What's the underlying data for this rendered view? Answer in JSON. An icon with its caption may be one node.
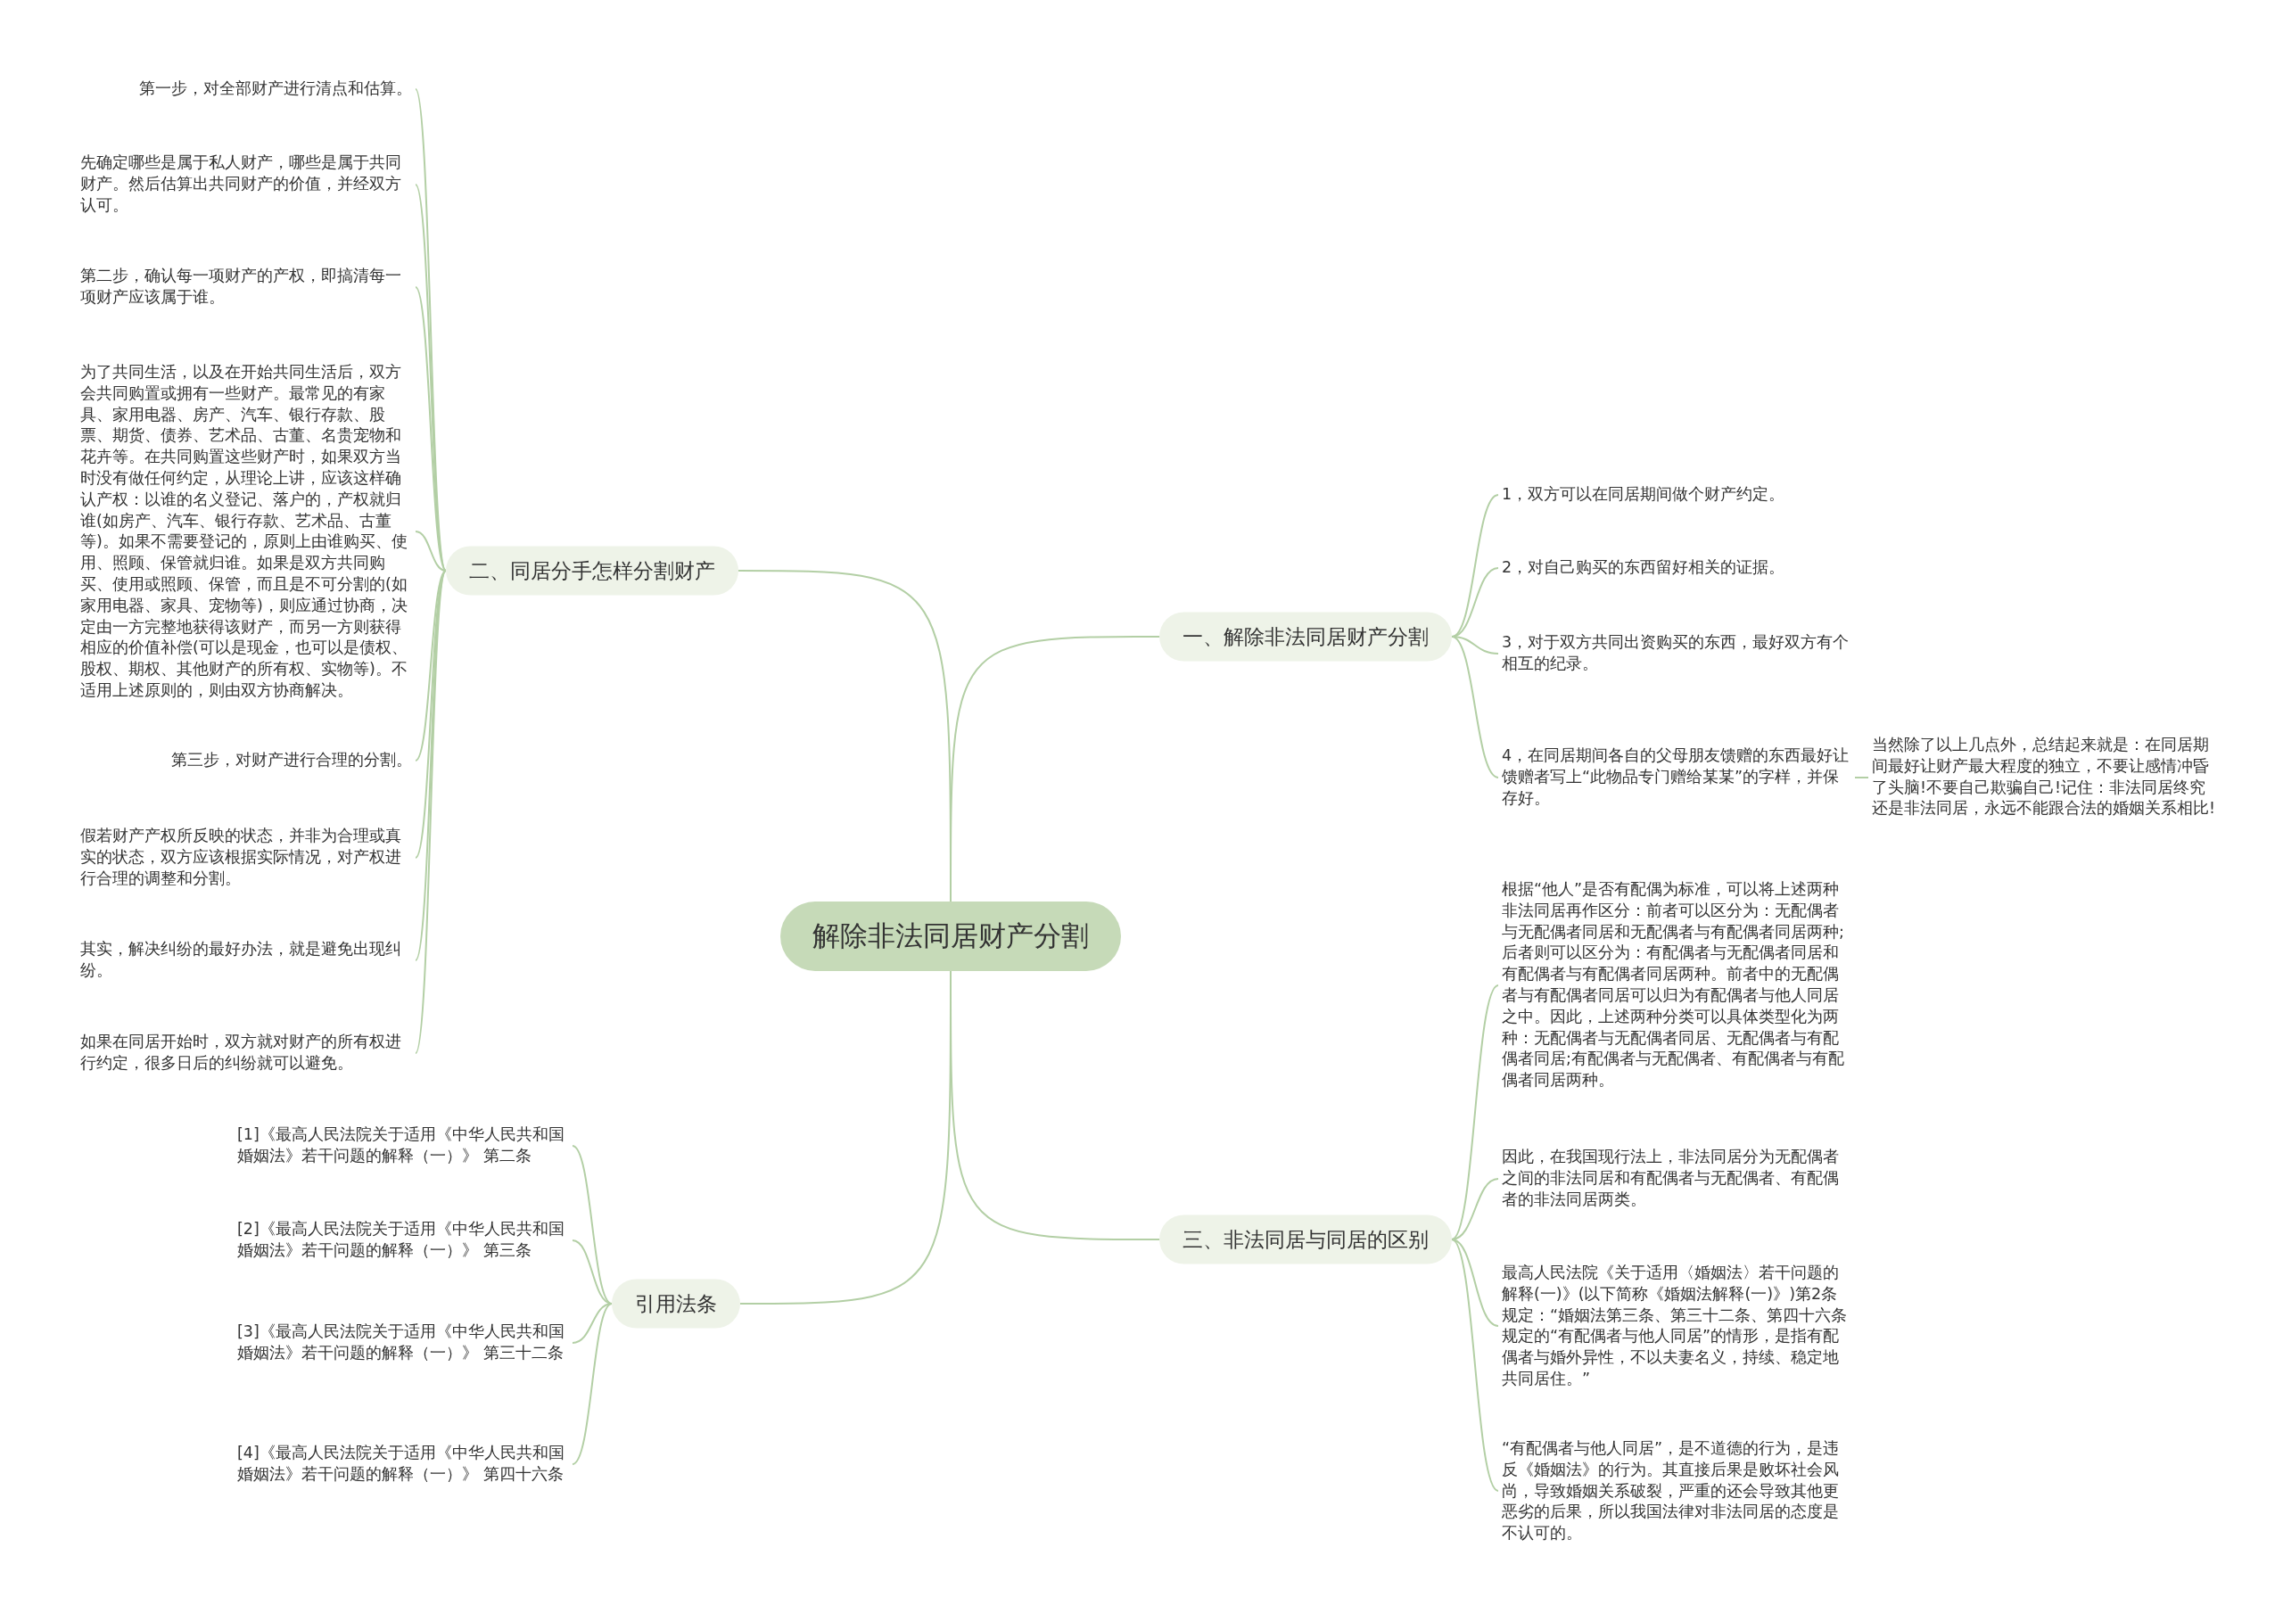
{
  "diagram": {
    "nodes": [
      {
        "text": [
          "解除非法同居财产分割"
        ]
      },
      {
        "text": [
          "一、解除非法同居财产分割"
        ]
      },
      {
        "text": [
          "1，双方可以在同居期间做个财产约定。"
        ]
      },
      {
        "text": [
          "2，对自己购买的东西留好相关的证据。"
        ]
      },
      {
        "text": [
          "3，对于双方共同出资购买的东西，最好双方有个相互的纪录。"
        ]
      },
      {
        "text": [
          "4，在同居期间各自的父母朋友馈赠的东西最好让馈赠者写上“此物品专门赠给某某”的字样，并保存好。"
        ]
      },
      {
        "text": [
          "当然除了以上几点外，总结起来就是：在同居期间最好让财产最大程度的独立，不要让感情冲昏了头脑!不要自己欺骗自己!记住：非法同居终究还是非法同居，永远不能跟合法的婚姻关系相比!"
        ]
      },
      {
        "text": [
          "二、同居分手怎样分割财产"
        ]
      },
      {
        "text": [
          "第一步，对全部财产进行清点和估算。"
        ]
      },
      {
        "text": [
          "先确定哪些是属于私人财产，哪些是属于共同财产。然后估算出共同财产的价值，并经双方认可。"
        ]
      },
      {
        "text": [
          "第二步，确认每一项财产的产权，即搞清每一项财产应该属于谁。"
        ]
      },
      {
        "text": [
          "为了共同生活，以及在开始共同生活后，双方会共同购置或拥有一些财产。最常见的有家具、家用电器、房产、汽车、银行存款、股票、期货、债券、艺术品、古董、名贵宠物和花卉等。在共同购置这些财产时，如果双方当时没有做任何约定，从理论上讲，应该这样确认产权：以谁的名义登记、落户的，产权就归谁(如房产、汽车、银行存款、艺术品、古董等)。如果不需要登记的，原则上由谁购买、使用、照顾、保管就归谁。如果是双方共同购买、使用或照顾、保管，而且是不可分割的(如家用电器、家具、宠物等)，则应通过协商，决定由一方完整地获得该财产，而另一方则获得相应的价值补偿(可以是现金，也可以是债权、股权、期权、其他财产的所有权、实物等)。不适用上述原则的，则由双方协商解决。"
        ]
      },
      {
        "text": [
          "第三步，对财产进行合理的分割。"
        ]
      },
      {
        "text": [
          "假若财产产权所反映的状态，并非为合理或真实的状态，双方应该根据实际情况，对产权进行合理的调整和分割。"
        ]
      },
      {
        "text": [
          "其实，解决纠纷的最好办法，就是避免出现纠纷。"
        ]
      },
      {
        "text": [
          "如果在同居开始时，双方就对财产的所有权进行约定，很多日后的纠纷就可以避免。"
        ]
      },
      {
        "text": [
          "三、非法同居与同居的区别"
        ]
      },
      {
        "text": [
          "根据“他人”是否有配偶为标准，可以将上述两种非法同居再作区分：前者可以区分为：无配偶者与无配偶者同居和无配偶者与有配偶者同居两种;后者则可以区分为：有配偶者与无配偶者同居和有配偶者与有配偶者同居两种。前者中的无配偶者与有配偶者同居可以归为有配偶者与他人同居之中。因此，上述两种分类可以具体类型化为两种：无配偶者与无配偶者同居、无配偶者与有配偶者同居;有配偶者与无配偶者、有配偶者与有配偶者同居两种。"
        ]
      },
      {
        "text": [
          "因此，在我国现行法上，非法同居分为无配偶者之间的非法同居和有配偶者与无配偶者、有配偶者的非法同居两类。"
        ]
      },
      {
        "text": [
          "最高人民法院《关于适用〈婚姻法〉若干问题的解释(一)》(以下简称《婚姻法解释(一)》)第2条规定：“婚姻法第三条、第三十二条、第四十六条规定的“有配偶者与他人同居”的情形，是指有配偶者与婚外异性，不以夫妻名义，持续、稳定地共同居住。”"
        ]
      },
      {
        "text": [
          "“有配偶者与他人同居”，是不道德的行为，是违反《婚姻法》的行为。其直接后果是败坏社会风尚，导致婚姻关系破裂，严重的还会导致其他更恶劣的后果，所以我国法律对非法同居的态度是不认可的。"
        ]
      },
      {
        "text": [
          "引用法条"
        ]
      },
      {
        "text": [
          "[1]《最高人民法院关于适用《中华人民共和国婚姻法》若干问题的解释（一）》 第二条"
        ]
      },
      {
        "text": [
          "[2]《最高人民法院关于适用《中华人民共和国婚姻法》若干问题的解释（一）》 第三条"
        ]
      },
      {
        "text": [
          "[3]《最高人民法院关于适用《中华人民共和国婚姻法》若干问题的解释（一）》 第三十二条"
        ]
      },
      {
        "text": [
          "[4]《最高人民法院关于适用《中华人民共和国婚姻法》若干问题的解释（一）》 第四十六条"
        ]
      }
    ],
    "edges": [
      {
        "from": 0,
        "to": 1,
        "arrow": "none"
      },
      {
        "from": 0,
        "to": 7,
        "arrow": "none"
      },
      {
        "from": 0,
        "to": 16,
        "arrow": "none"
      },
      {
        "from": 0,
        "to": 21,
        "arrow": "none"
      },
      {
        "from": 1,
        "to": 2,
        "arrow": "none"
      },
      {
        "from": 1,
        "to": 3,
        "arrow": "none"
      },
      {
        "from": 1,
        "to": 4,
        "arrow": "none"
      },
      {
        "from": 1,
        "to": 5,
        "arrow": "none"
      },
      {
        "from": 5,
        "to": 6,
        "arrow": "none"
      },
      {
        "from": 7,
        "to": 8,
        "arrow": "none"
      },
      {
        "from": 7,
        "to": 9,
        "arrow": "none"
      },
      {
        "from": 7,
        "to": 10,
        "arrow": "none"
      },
      {
        "from": 7,
        "to": 11,
        "arrow": "none"
      },
      {
        "from": 7,
        "to": 12,
        "arrow": "none"
      },
      {
        "from": 7,
        "to": 13,
        "arrow": "none"
      },
      {
        "from": 7,
        "to": 14,
        "arrow": "none"
      },
      {
        "from": 7,
        "to": 15,
        "arrow": "none"
      },
      {
        "from": 16,
        "to": 17,
        "arrow": "none"
      },
      {
        "from": 16,
        "to": 18,
        "arrow": "none"
      },
      {
        "from": 16,
        "to": 19,
        "arrow": "none"
      },
      {
        "from": 16,
        "to": 20,
        "arrow": "none"
      },
      {
        "from": 21,
        "to": 22,
        "arrow": "none"
      },
      {
        "from": 21,
        "to": 23,
        "arrow": "none"
      },
      {
        "from": 21,
        "to": 24,
        "arrow": "none"
      },
      {
        "from": 21,
        "to": 25,
        "arrow": "none"
      }
    ]
  }
}
